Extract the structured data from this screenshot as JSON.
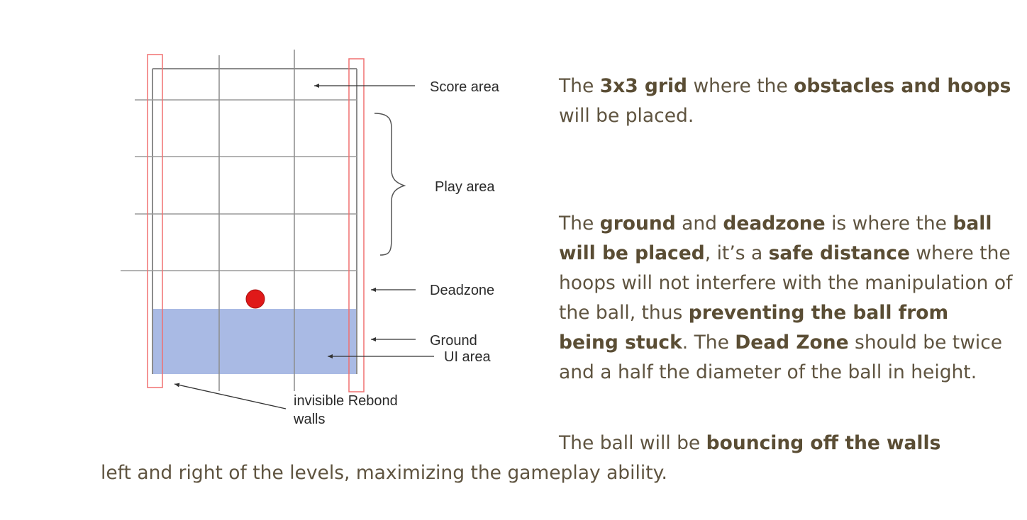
{
  "diagram": {
    "labels": {
      "score_area": "Score area",
      "play_area": "Play area",
      "deadzone": "Deadzone",
      "ground": "Ground",
      "ui_area": "UI area",
      "walls_line1": "invisible Rebond",
      "walls_line2": "walls"
    },
    "colors": {
      "grid_line": "#8c8c8c",
      "ground_fill": "#a9bae4",
      "ball": "#e01919",
      "wall_outline": "#f07070",
      "arrow": "#333333"
    }
  },
  "paragraphs": {
    "p1": {
      "t1": "The ",
      "b1": "3x3 grid",
      "t2": " where the ",
      "b2": "obstacles and hoops",
      "t3": " will be placed."
    },
    "p2": {
      "t1": "The ",
      "b1": "ground",
      "t2": " and ",
      "b2": "deadzone",
      "t3": " is where the ",
      "b3": "ball will be placed",
      "t4": ", it’s a ",
      "b4": "safe distance",
      "t5": " where the hoops will not interfere with the manipulation of the ball, thus ",
      "b5": "preventing the ball from being stuck",
      "t6": ". The ",
      "b6": "Dead Zone",
      "t7": " should be twice and a half the diameter of the ball in height."
    },
    "p3": {
      "t1": "The ball will be ",
      "b1": "bouncing off the walls",
      "t2": "left and right of the levels, maximizing the gameplay ability."
    }
  }
}
